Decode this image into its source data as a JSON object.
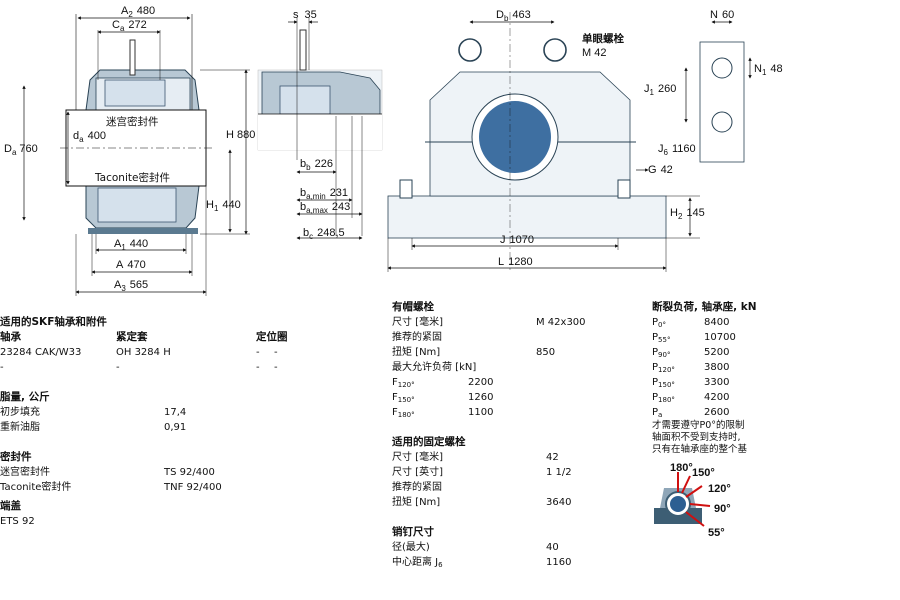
{
  "dims": {
    "A2": "A",
    "A2sub": "2",
    "A2val": "480",
    "Ca": "C",
    "Casub": "a",
    "Caval": "272",
    "Da": "D",
    "Dasub": "a",
    "Daval": "760",
    "da": "d",
    "dasub": "a",
    "daval": "400",
    "H": "H",
    "Hval": "880",
    "H1": "H",
    "H1sub": "1",
    "H1val": "440",
    "A1": "A",
    "A1sub": "1",
    "A1val": "440",
    "A": "A",
    "Aval": "470",
    "A3": "A",
    "A3sub": "3",
    "A3val": "565",
    "s": "s",
    "sval": "35",
    "bb": "b",
    "bbsub": "b",
    "bbval": "226",
    "bamin": "b",
    "baminsub": "a,min",
    "baminval": "231",
    "bamax": "b",
    "bamaxsub": "a,max",
    "bamaxval": "243",
    "bc": "b",
    "bcsub": "c",
    "bcval": "248,5",
    "Db": "D",
    "Dbsub": "b",
    "Dbval": "463",
    "eyebolt_label": "单眼螺栓",
    "eyebolt_size": "M 42",
    "J": "J",
    "Jval": "1070",
    "L": "L",
    "Lval": "1280",
    "G": "G",
    "Gval": "42",
    "H2": "H",
    "H2sub": "2",
    "H2val": "145",
    "N": "N",
    "Nval": "60",
    "N1": "N",
    "N1sub": "1",
    "N1val": "48",
    "J1": "J",
    "J1sub": "1",
    "J1val": "260",
    "J6": "J",
    "J6sub": "6",
    "J6val": "1160",
    "labyrinth_seal": "迷宫密封件",
    "taconite_seal": "Taconite密封件"
  },
  "col1": {
    "title": "适用的SKF轴承和附件",
    "hdr_bearing": "轴承",
    "hdr_sleeve": "紧定套",
    "hdr_locating": "定位圈",
    "rows": [
      {
        "bearing": "23284 CAK/W33",
        "sleeve": "OH 3284 H",
        "loc1": "-",
        "loc2": "-"
      },
      {
        "bearing": "-",
        "sleeve": "-",
        "loc1": "-",
        "loc2": "-"
      }
    ],
    "grease_title": "脂量, 公斤",
    "grease_initial_label": "初步填充",
    "grease_initial_val": "17,4",
    "grease_relub_label": "重新油脂",
    "grease_relub_val": "0,91",
    "seals_title": "密封件",
    "seal_lab_label": "迷宫密封件",
    "seal_lab_val": "TS 92/400",
    "seal_tac_label": "Taconite密封件",
    "seal_tac_val": "TNF 92/400",
    "endcover_title": "端盖",
    "endcover_val": "ETS 92"
  },
  "col2": {
    "cap_bolts_title": "有帽螺栓",
    "size_mm_label": "尺寸 [毫米]",
    "size_mm_val": "M 42x300",
    "torque_rec_label": "推荐的紧固",
    "torque_nm_label": "扭矩 [Nm]",
    "torque_nm_val": "850",
    "max_load_label": "最大允许负荷 [kN]",
    "loads": [
      {
        "sym": "F",
        "sub": "120°",
        "val": "2200"
      },
      {
        "sym": "F",
        "sub": "150°",
        "val": "1260"
      },
      {
        "sym": "F",
        "sub": "180°",
        "val": "1100"
      }
    ],
    "found_bolts_title": "适用的固定螺栓",
    "fb_size_mm_label": "尺寸 [毫米]",
    "fb_size_mm_val": "42",
    "fb_size_in_label": "尺寸 [英寸]",
    "fb_size_in_val": "1 1/2",
    "fb_torque_rec_label": "推荐的紧固",
    "fb_torque_nm_label": "扭矩 [Nm]",
    "fb_torque_nm_val": "3640",
    "dowel_title": "销钉尺寸",
    "dowel_dia_label": "径(最大)",
    "dowel_dia_val": "40",
    "dowel_dist_label": "中心距离 J",
    "dowel_dist_sub": "6",
    "dowel_dist_val": "1160"
  },
  "col3": {
    "title": "断裂负荷, 轴承座, kN",
    "loads": [
      {
        "sym": "P",
        "sub": "0°",
        "val": "8400"
      },
      {
        "sym": "P",
        "sub": "55°",
        "val": "10700"
      },
      {
        "sym": "P",
        "sub": "90°",
        "val": "5200"
      },
      {
        "sym": "P",
        "sub": "120°",
        "val": "3800"
      },
      {
        "sym": "P",
        "sub": "150°",
        "val": "3300"
      },
      {
        "sym": "P",
        "sub": "180°",
        "val": "4200"
      },
      {
        "sym": "P",
        "sub": "a",
        "val": "2600"
      }
    ],
    "note1": "才需要遵守P0°的限制",
    "note2": "轴面积不受到支持时,",
    "note3": "只有在轴承座的整个基",
    "angles": [
      "180°",
      "150°",
      "120°",
      "90°",
      "55°"
    ]
  },
  "colors": {
    "housing": "#3d5e74",
    "housing_light": "#9fb4c4",
    "bearing": "#cbd9e6",
    "shaft": "#1f5fa0",
    "arrow": "#d01010"
  }
}
